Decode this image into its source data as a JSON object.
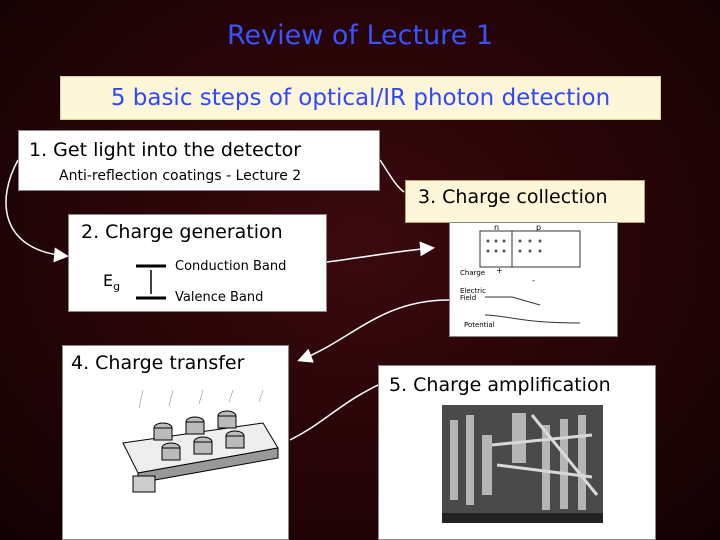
{
  "title": "Review of Lecture 1",
  "subtitle": "5 basic steps of optical/IR photon detection",
  "step1": {
    "label": "1.  Get light into the detector",
    "detail": "Anti-reflection coatings - Lecture 2"
  },
  "step2": {
    "label": "2.  Charge generation",
    "eg": "E",
    "eg_sub": "g",
    "conduction": "Conduction Band",
    "valence": "Valence Band"
  },
  "step3": {
    "label": "3.  Charge collection",
    "diagram": {
      "n": "n",
      "p": "p",
      "charge": "Charge",
      "efield_1": "Electric",
      "efield_2": "Field",
      "potential": "Potential",
      "plus": "+",
      "minus": "-"
    }
  },
  "step4": {
    "label": "4.  Charge transfer"
  },
  "step5": {
    "label": "5.  Charge amplification"
  },
  "colors": {
    "title": "#3a52ff",
    "subtitle_bg": "#fdf6d8",
    "arrows": "#ffffff",
    "background": "#2a0508"
  }
}
